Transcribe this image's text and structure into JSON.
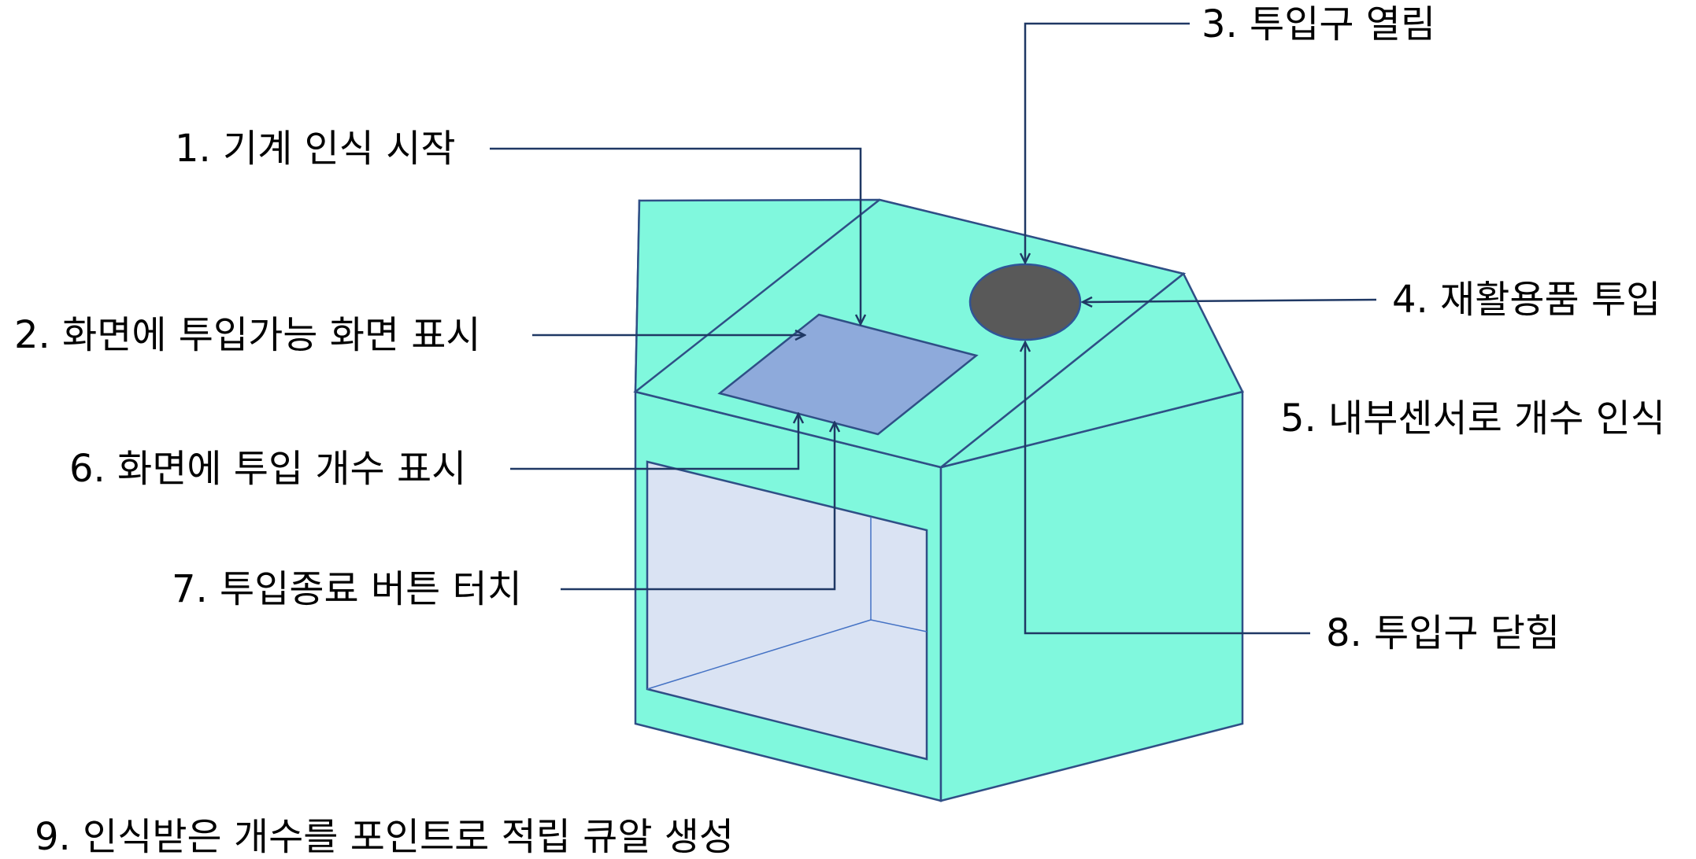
{
  "labels": {
    "step1": "1. 기계 인식 시작",
    "step2": "2. 화면에 투입가능 화면 표시",
    "step3": "3. 투입구 열림",
    "step4": "4. 재활용품 투입",
    "step5": "5. 내부센서로 개수 인식",
    "step6": "6. 화면에 투입 개수 표시",
    "step7": "7. 투입종료 버튼 터치",
    "step8": "8. 투입구 닫힘",
    "step9": "9. 인식받은 개수를 포인트로 적립 큐알 생성"
  },
  "colors": {
    "box_fill": "#80f8dd",
    "box_stroke": "#2f4f86",
    "screen_fill": "#8eaadb",
    "window_fill": "#dae3f3",
    "hole_fill": "#595959",
    "arrow": "#1f3864"
  }
}
